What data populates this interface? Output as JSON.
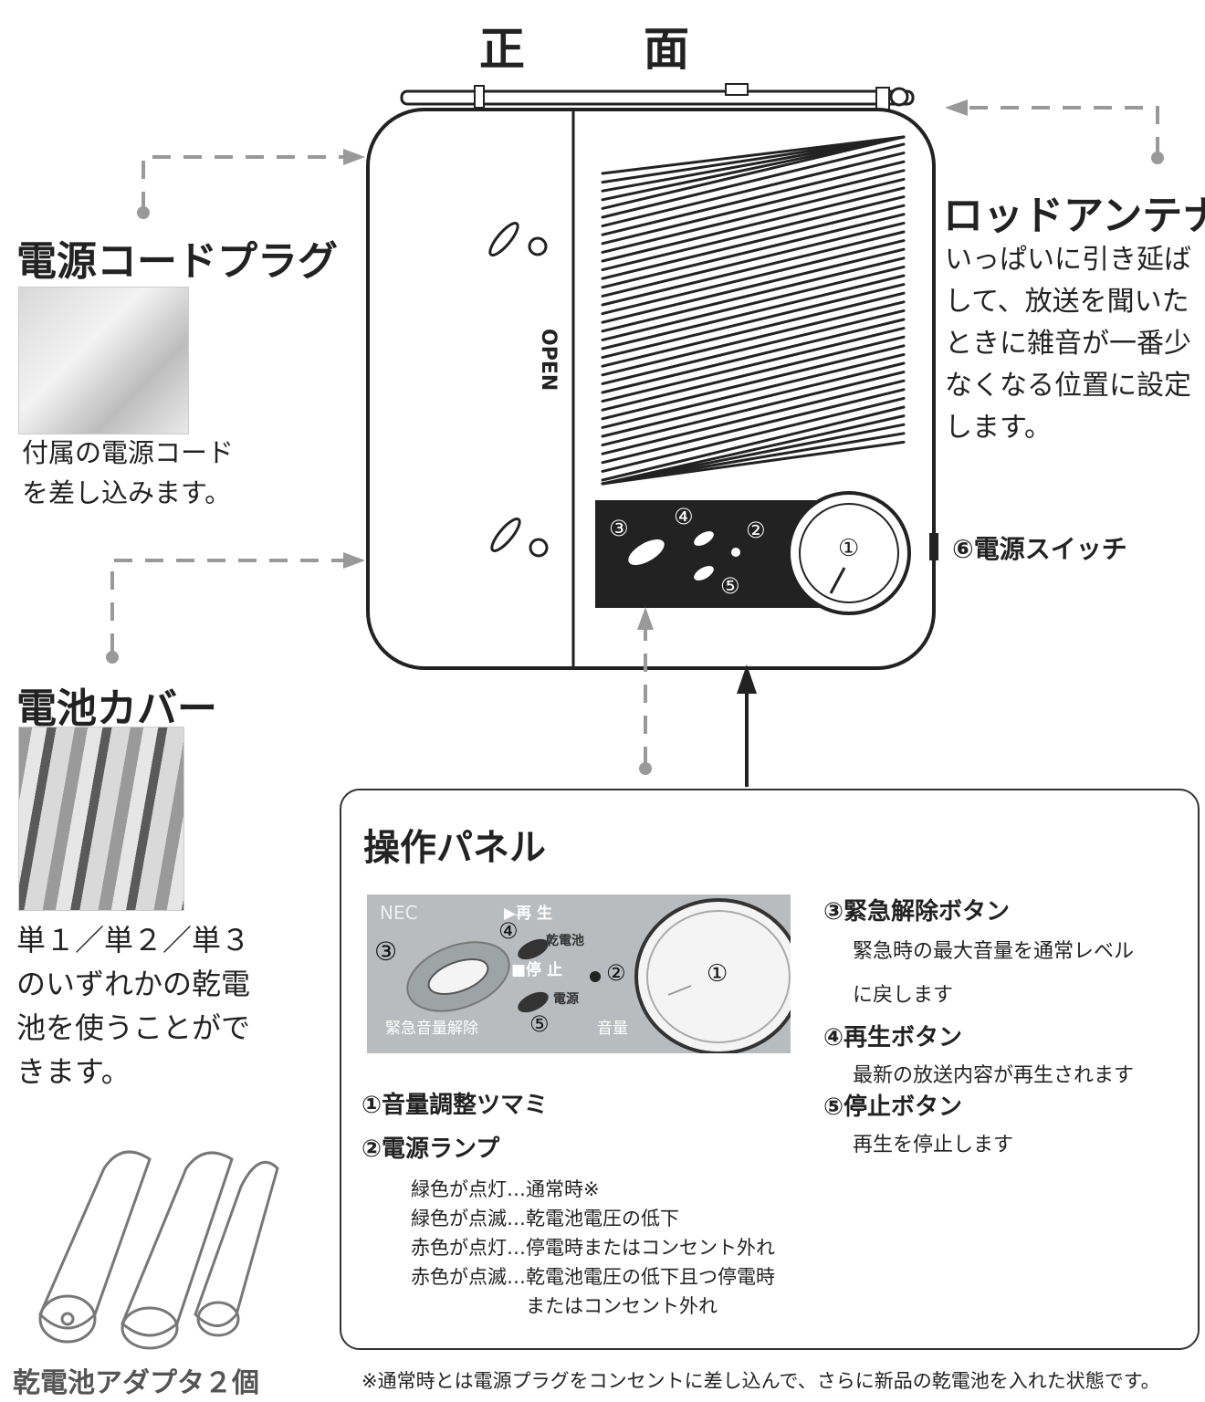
{
  "title": "正　面",
  "device": {
    "open_label": "OPEN",
    "knob_num": "①",
    "btn3_num": "③",
    "btn4_num": "④",
    "lamp2_num": "②",
    "btn5_num": "⑤"
  },
  "power_plug": {
    "heading": "電源コードプラグ",
    "desc": "付属の電源コード\nを差し込みます。"
  },
  "battery_cover": {
    "heading": "電池カバー",
    "desc": "単１／単２／単３\nのいずれかの乾電\n池を使うことがで\nきます。"
  },
  "adapter": {
    "caption": "乾電池アダプタ２個"
  },
  "antenna": {
    "heading": "ロッドアンテナ",
    "desc": "いっぱいに引き延ば\nして、放送を聞いた\nときに雑音が一番少\nなくなる位置に設定\nします。"
  },
  "power_switch": {
    "label": "⑥電源スイッチ"
  },
  "panel": {
    "title": "操作パネル",
    "photo": {
      "brand": "NEC",
      "play": "▶再 生",
      "battery": "乾電池",
      "stop": "■停 止",
      "power": "電源",
      "emergency": "緊急音量解除",
      "volume": "音量",
      "n1": "①",
      "n2": "②",
      "n3": "③",
      "n4": "④",
      "n5": "⑤"
    },
    "item1": "①音量調整ツマミ",
    "item2": "②電源ランプ",
    "lamp_lines": [
      "緑色が点灯…通常時※",
      "緑色が点滅…乾電池電圧の低下",
      "赤色が点灯…停電時またはコンセント外れ",
      "赤色が点滅…乾電池電圧の低下且つ停電時",
      "　　　　　　またはコンセント外れ"
    ],
    "item3": "③緊急解除ボタン",
    "item3_desc1": "緊急時の最大音量を通常レベル",
    "item3_desc2": "に戻します",
    "item4": "④再生ボタン",
    "item4_desc": "最新の放送内容が再生されます",
    "item5": "⑤停止ボタン",
    "item5_desc": "再生を停止します"
  },
  "footnote": "※通常時とは電源プラグをコンセントに差し込んで、さらに新品の乾電池を入れた状態です。"
}
